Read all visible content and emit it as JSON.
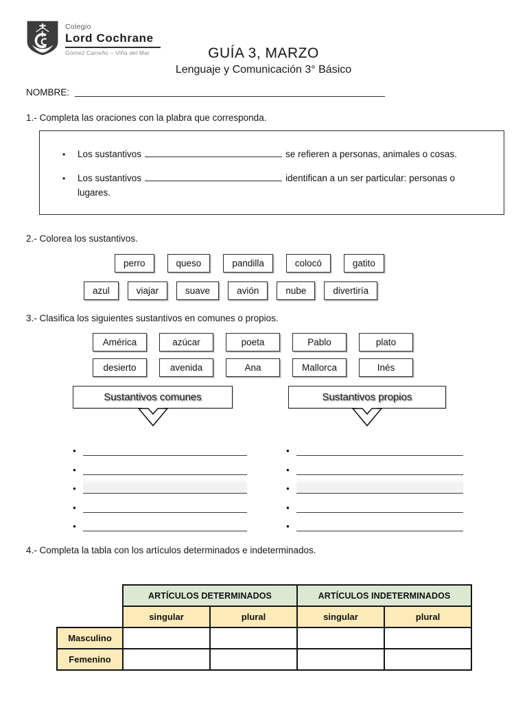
{
  "logo": {
    "school_label": "Colegio",
    "school_name": "Lord Cochrane",
    "school_location": "Gómez Carreño – Viña del Mar"
  },
  "header": {
    "title": "GUÍA 3, MARZO",
    "subtitle": "Lenguaje y Comunicación 3° Básico"
  },
  "name_field": {
    "label": "NOMBRE:"
  },
  "exercise1": {
    "instruction": "1.- Completa las oraciones con la plabra que corresponda.",
    "bullet": "•",
    "items": [
      {
        "pre": "Los sustantivos",
        "post": "se refieren a personas, animales o cosas."
      },
      {
        "pre": "Los sustantivos",
        "post": "identifican a un ser particular: personas o lugares."
      }
    ]
  },
  "exercise2": {
    "instruction": "2.- Colorea los sustantivos.",
    "row1": [
      "perro",
      "queso",
      "pandilla",
      "colocó",
      "gatito"
    ],
    "row2": [
      "azul",
      "viajar",
      "suave",
      "avión",
      "nube",
      "divertiría"
    ]
  },
  "exercise3": {
    "instruction": "3.- Clasifica los siguientes sustantivos en comunes o propios.",
    "row1": [
      "América",
      "azúcar",
      "poeta",
      "Pablo",
      "plato"
    ],
    "row2": [
      "desierto",
      "avenida",
      "Ana",
      "Mallorca",
      "Inés"
    ],
    "columns": [
      {
        "title": "Sustantivos comunes"
      },
      {
        "title": "Sustantivos propios"
      }
    ],
    "lines_per_column": 5,
    "bullet": "●"
  },
  "exercise4": {
    "instruction": "4.-  Completa la tabla con los artículos determinados e indeterminados.",
    "table": {
      "group_headers": [
        "ARTÍCULOS DETERMINADOS",
        "ARTÍCULOS INDETERMINADOS"
      ],
      "sub_headers": [
        "singular",
        "plural",
        "singular",
        "plural"
      ],
      "row_labels": [
        "Masculino",
        "Femenino"
      ]
    }
  },
  "icons": {
    "logo": "school-crest-shield",
    "column_pointer": "down-block-arrow"
  },
  "colors": {
    "table_header_green": "#dbe9d3",
    "table_header_yellow": "#fdeab9",
    "shield_fill": "#3c3c3c"
  }
}
